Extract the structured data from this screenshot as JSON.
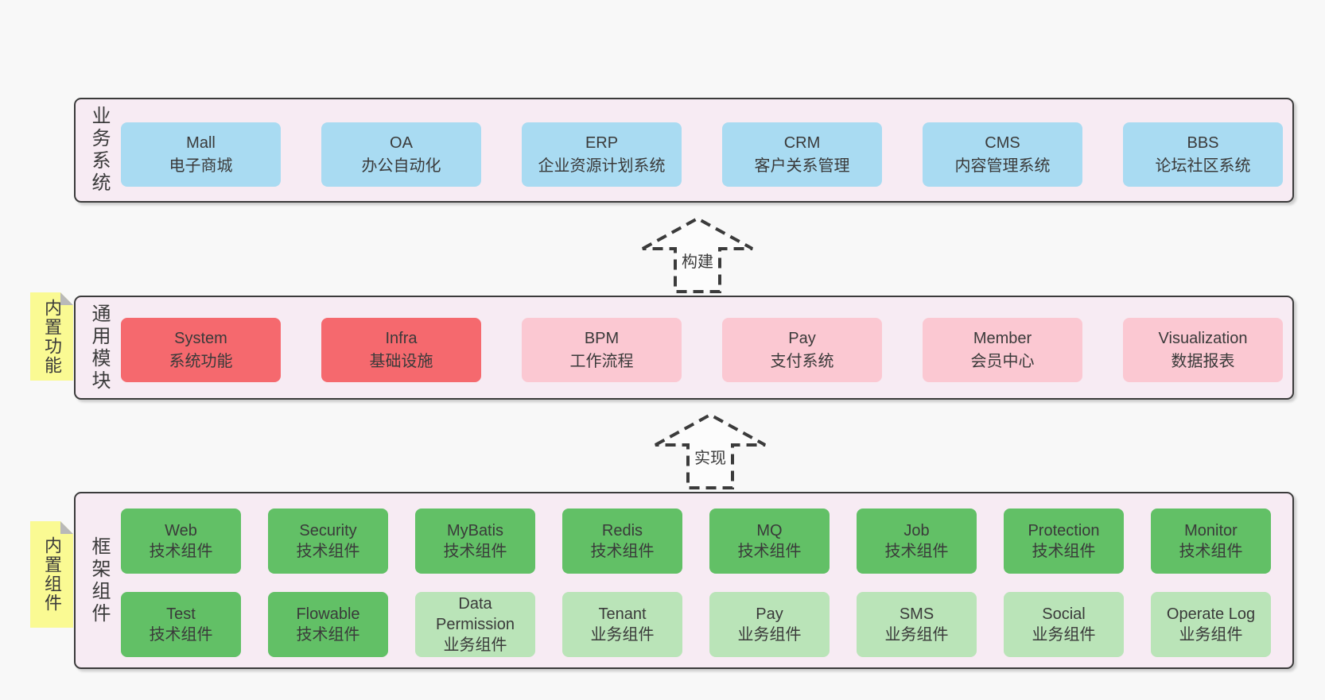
{
  "colors": {
    "page_bg": "#f8f8f8",
    "section_bg": "#f7ebf3",
    "border": "#3b3b3b",
    "text": "#3a3a3a",
    "blue": "#a9dbf2",
    "red": "#f5696e",
    "pink": "#fbc8d2",
    "green": "#62c066",
    "green_light": "#bae4b8",
    "yellow": "#fafa93",
    "fold_gray": "#b9b9b9",
    "arrow_fill": "#fcfcfc"
  },
  "sections": [
    {
      "label": "业务系统",
      "rows": [
        {
          "style": "wide",
          "boxes": [
            {
              "title": "Mall",
              "subtitle": "电子商城",
              "variant": "blue"
            },
            {
              "title": "OA",
              "subtitle": "办公自动化",
              "variant": "blue"
            },
            {
              "title": "ERP",
              "subtitle": "企业资源计划系统",
              "variant": "blue"
            },
            {
              "title": "CRM",
              "subtitle": "客户关系管理",
              "variant": "blue"
            },
            {
              "title": "CMS",
              "subtitle": "内容管理系统",
              "variant": "blue"
            },
            {
              "title": "BBS",
              "subtitle": "论坛社区系统",
              "variant": "blue"
            }
          ]
        }
      ]
    },
    {
      "label": "通用模块",
      "rows": [
        {
          "style": "wide",
          "boxes": [
            {
              "title": "System",
              "subtitle": "系统功能",
              "variant": "red"
            },
            {
              "title": "Infra",
              "subtitle": "基础设施",
              "variant": "red"
            },
            {
              "title": "BPM",
              "subtitle": "工作流程",
              "variant": "pink"
            },
            {
              "title": "Pay",
              "subtitle": "支付系统",
              "variant": "pink"
            },
            {
              "title": "Member",
              "subtitle": "会员中心",
              "variant": "pink"
            },
            {
              "title": "Visualization",
              "subtitle": "数据报表",
              "variant": "pink"
            }
          ]
        }
      ]
    },
    {
      "label": "框架组件",
      "rows": [
        {
          "style": "narrow",
          "boxes": [
            {
              "title": "Web",
              "subtitle": "技术组件",
              "variant": "green"
            },
            {
              "title": "Security",
              "subtitle": "技术组件",
              "variant": "green"
            },
            {
              "title": "MyBatis",
              "subtitle": "技术组件",
              "variant": "green"
            },
            {
              "title": "Redis",
              "subtitle": "技术组件",
              "variant": "green"
            },
            {
              "title": "MQ",
              "subtitle": "技术组件",
              "variant": "green"
            },
            {
              "title": "Job",
              "subtitle": "技术组件",
              "variant": "green"
            },
            {
              "title": "Protection",
              "subtitle": "技术组件",
              "variant": "green"
            },
            {
              "title": "Monitor",
              "subtitle": "技术组件",
              "variant": "green"
            }
          ]
        },
        {
          "style": "narrow",
          "boxes": [
            {
              "title": "Test",
              "subtitle": "技术组件",
              "variant": "green"
            },
            {
              "title": "Flowable",
              "subtitle": "技术组件",
              "variant": "green"
            },
            {
              "title": "Data Permission",
              "subtitle": "业务组件",
              "variant": "green-light"
            },
            {
              "title": "Tenant",
              "subtitle": "业务组件",
              "variant": "green-light"
            },
            {
              "title": "Pay",
              "subtitle": "业务组件",
              "variant": "green-light"
            },
            {
              "title": "SMS",
              "subtitle": "业务组件",
              "variant": "green-light"
            },
            {
              "title": "Social",
              "subtitle": "业务组件",
              "variant": "green-light"
            },
            {
              "title": "Operate Log",
              "subtitle": "业务组件",
              "variant": "green-light"
            }
          ]
        }
      ]
    }
  ],
  "stickies": [
    {
      "label": "内置功能"
    },
    {
      "label": "内置组件"
    }
  ],
  "arrows": [
    {
      "label": "构建"
    },
    {
      "label": "实现"
    }
  ]
}
